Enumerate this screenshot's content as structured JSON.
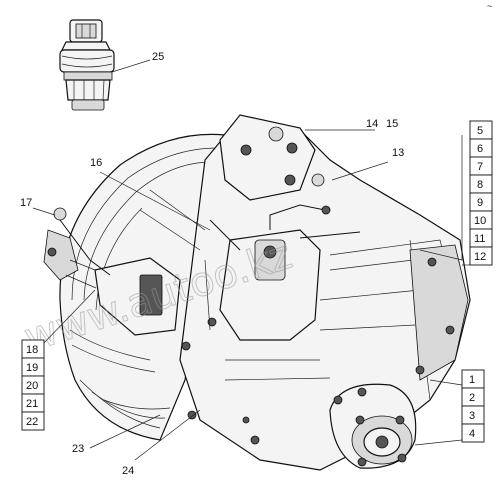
{
  "corner_mark": "~",
  "watermark": "www.autoo.kz",
  "callouts": {
    "c25": "25",
    "c14": "14",
    "c15": "15",
    "c13": "13",
    "c16": "16",
    "c17": "17",
    "c23": "23",
    "c24": "24"
  },
  "right_column": [
    "5",
    "6",
    "7",
    "8",
    "9",
    "10",
    "11",
    "12"
  ],
  "left_column": [
    "18",
    "19",
    "20",
    "21",
    "22"
  ],
  "bottom_right_column": [
    "1",
    "2",
    "3",
    "4"
  ]
}
